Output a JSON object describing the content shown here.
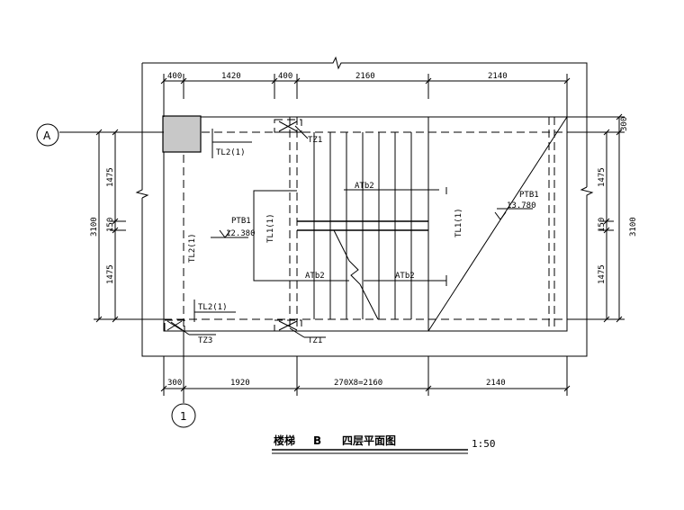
{
  "drawing": {
    "title": "楼梯 B 四层平面图",
    "title_parts": [
      "楼梯",
      "B",
      "四层平面图"
    ],
    "scale": "1:50"
  },
  "axes": {
    "row": "A",
    "col": "1"
  },
  "dims_top": [
    "400",
    "1420",
    "400",
    "2160",
    "2140"
  ],
  "dims_bottom": [
    "300",
    "1920",
    "270X8=2160",
    "2140"
  ],
  "dims_left": [
    "1475",
    "150",
    "1475",
    "3100"
  ],
  "dims_right": [
    "300",
    "1475",
    "150",
    "1475",
    "3100"
  ],
  "labels": {
    "tl2_top": "TL2(1)",
    "tl2_left": "TL2(1)",
    "tl2_bottom": "TL2(1)",
    "tl1_mid": "TL1(1)",
    "tl1_right": "TL1(1)",
    "tz1_top": "TZ1",
    "tz1_bottom": "TZ1",
    "tz3": "TZ3",
    "ptb1_left": "PTB1",
    "elev_left": "12.380",
    "ptb1_right": "PTB1",
    "elev_right": "13.780",
    "atb2_top": "ATb2",
    "atb2_left": "ATb2",
    "atb2_right": "ATb2"
  }
}
